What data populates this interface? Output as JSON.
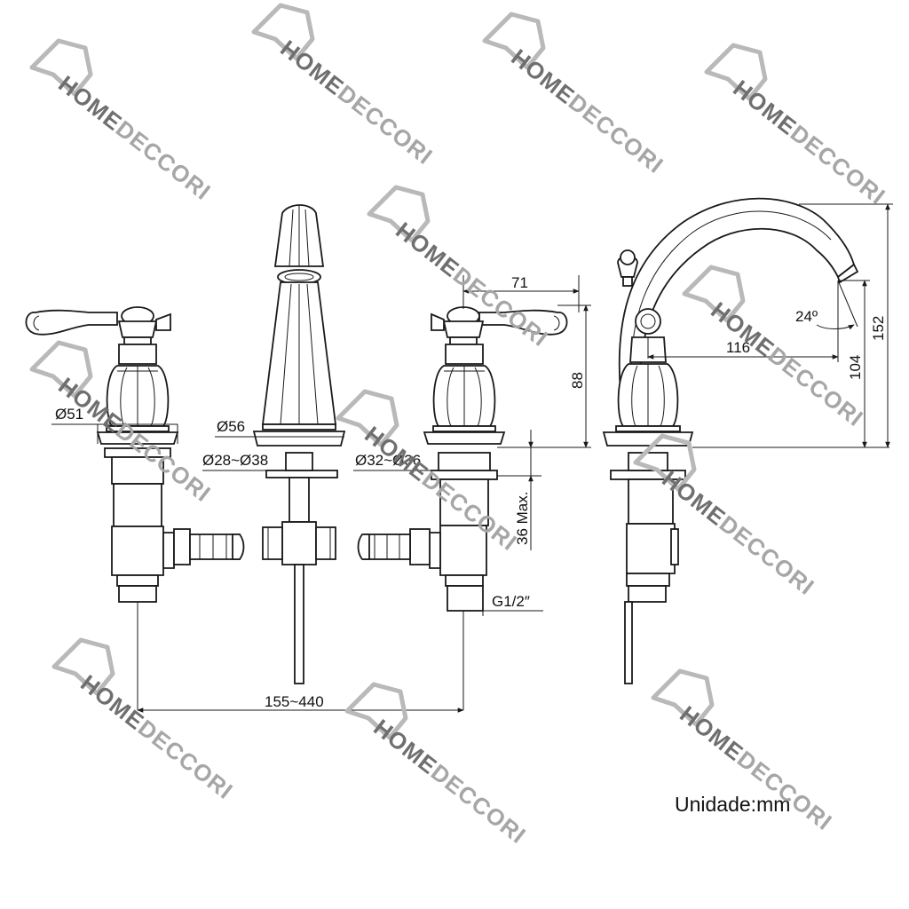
{
  "dimensions": {
    "handle_base_diameter": "Ø51",
    "spout_base_diameter": "Ø56",
    "spout_hole_range": "Ø28~Ø38",
    "handle_hole_range": "Ø32~Ø36",
    "handle_reach": "71",
    "handle_height": "88",
    "deck_thickness": "36 Max.",
    "connection_thread": "G1/2″",
    "center_spread": "155~440",
    "spout_reach": "116",
    "spout_outlet_height": "104",
    "overall_height": "152",
    "spout_angle": "24º"
  },
  "unit_note": "Unidade:mm",
  "watermark": {
    "part1": "HOME",
    "part2": "DECCORI",
    "colors": {
      "dark": "#6f6f6f",
      "light": "#a6a6a6"
    }
  }
}
